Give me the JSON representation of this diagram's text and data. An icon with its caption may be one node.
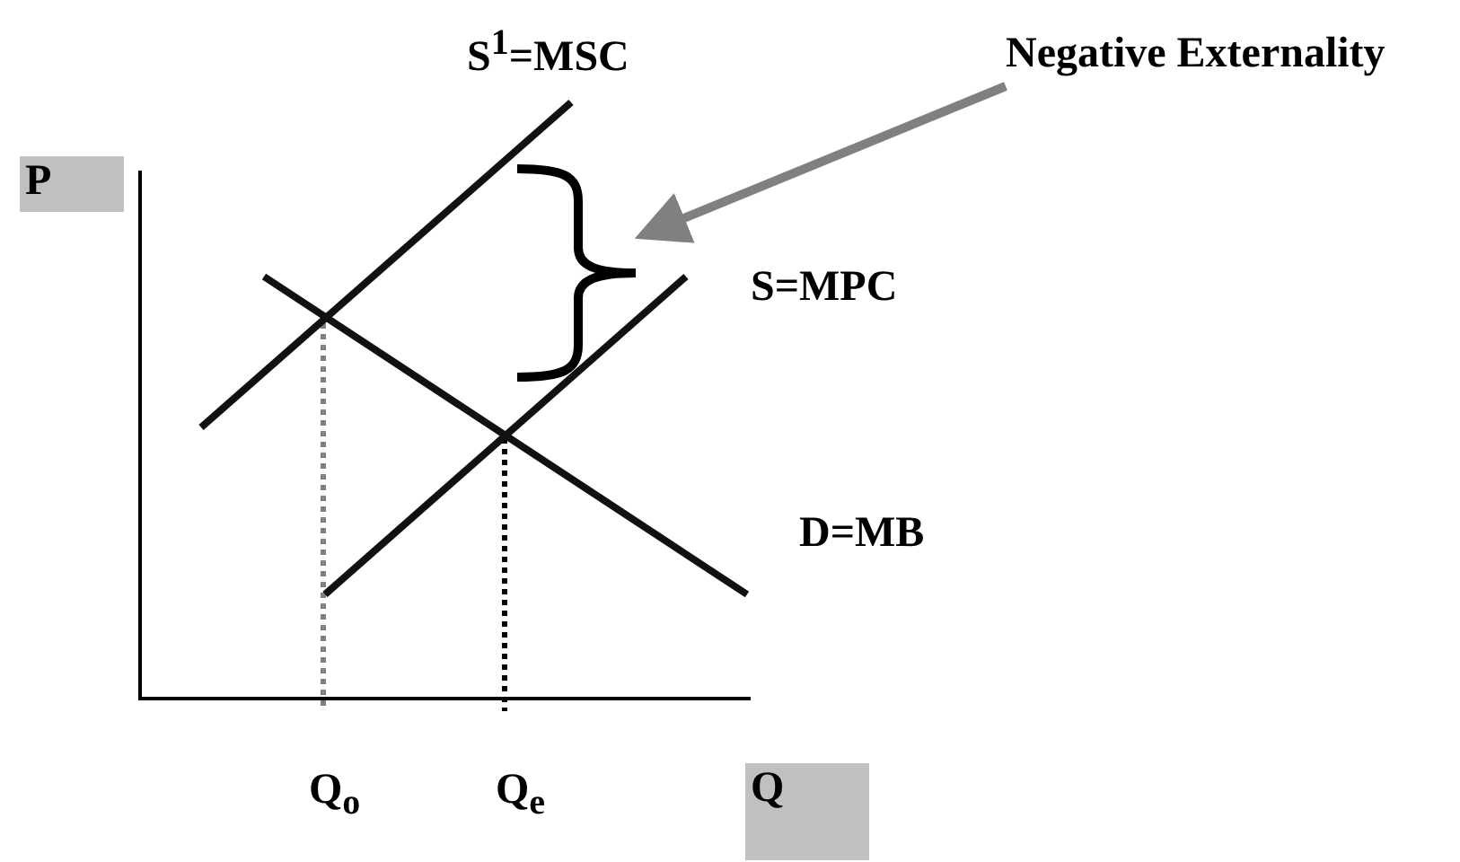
{
  "diagram": {
    "nodes": [
      {
        "text": [
          "P"
        ]
      },
      {
        "text": [
          "Negative Externality"
        ]
      },
      {
        "text": [],
        "shape": "bracket"
      },
      {
        "text": [
          "Q"
        ]
      }
    ],
    "edges": [
      {
        "from": 1,
        "to": 2,
        "arrow": "to",
        "color": "#808080"
      }
    ],
    "labels": [
      "S$^{1}$=MSC",
      "S=MPC",
      "D=MB",
      "Q$_{o}$",
      "Q$_{e}$"
    ]
  }
}
